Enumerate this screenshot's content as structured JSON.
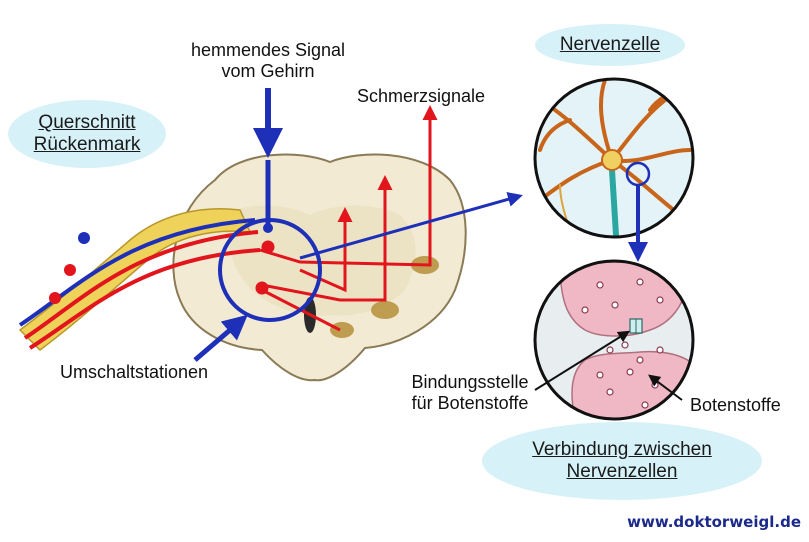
{
  "labels": {
    "cross_section_line1": "Querschnitt",
    "cross_section_line2": "Rückenmark",
    "inhibit_line1": "hemmendes Signal",
    "inhibit_line2": "vom Gehirn",
    "pain_signals": "Schmerzsignale",
    "nerve_cell": "Nervenzelle",
    "relay_stations": "Umschaltstationen",
    "binding_line1": "Bindungsstelle",
    "binding_line2": "für Botenstoffe",
    "messengers": "Botenstoffe",
    "connection_line1": "Verbindung zwischen",
    "connection_line2": "Nervenzellen",
    "website": "www.doktorweigl.de"
  },
  "colors": {
    "signal_blue": "#1e2fb8",
    "signal_red": "#e2141c",
    "cord_tissue": "#f2ead3",
    "nerve_yellow": "#efd25a",
    "bubble_bg": "#d6f1f7",
    "pink_tissue": "#f0b8c4"
  }
}
